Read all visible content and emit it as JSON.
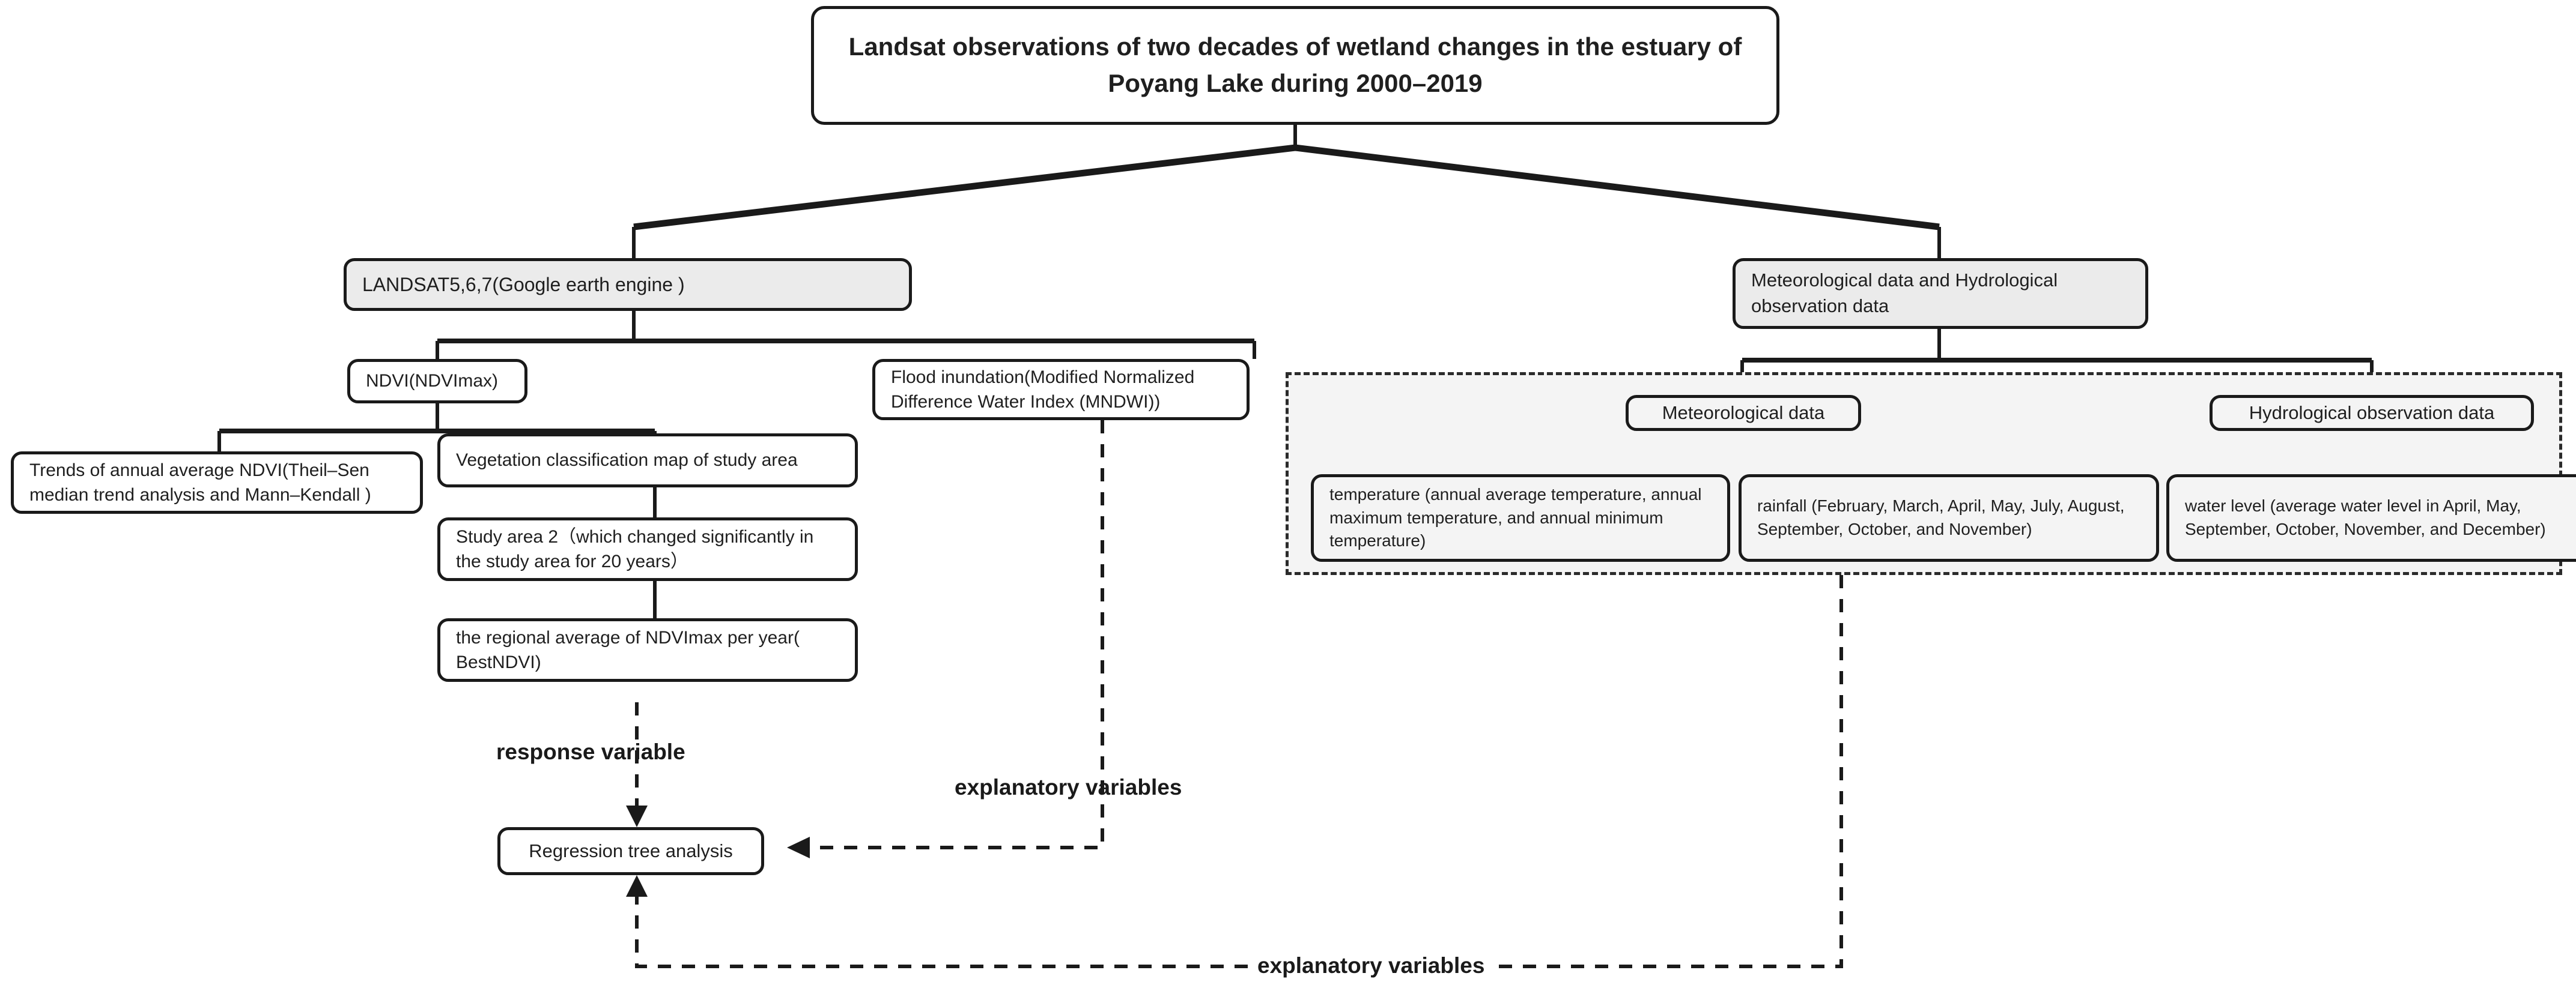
{
  "diagram": {
    "title_box": {
      "label": "Landsat observations of two decades of wetland changes in the estuary of Poyang Lake during 2000–2019"
    },
    "left_branch": {
      "source": "LANDSAT5,6,7(Google earth engine )",
      "ndvi": "NDVI(NDVImax)",
      "flood": "Flood inundation(Modified Normalized Difference Water Index (MNDWI))",
      "trends": "Trends of annual average NDVI(Theil–Sen median trend analysis and Mann–Kendall )",
      "vegmap": "Vegetation classification map of study area",
      "study_area": "Study area 2（which changed significantly in the study area for 20 years）",
      "bestndvi": "the regional average of NDVImax per year( BestNDVI)"
    },
    "right_branch": {
      "source": "Meteorological data and Hydrological observation data",
      "meteorological": "Meteorological data",
      "hydrological": "Hydrological observation data",
      "temperature": "temperature (annual average temperature, annual maximum temperature, and annual minimum temperature)",
      "rainfall": "rainfall (February, March, April, May, July, August, September, October, and November)",
      "water_level": "water level (average water level in April, May, September, October, November, and December)"
    },
    "analysis": {
      "regression": "Regression tree analysis"
    },
    "edge_labels": {
      "response": "response variable",
      "explanatory_mndwi": "explanatory variables",
      "explanatory_meteo": "explanatory variables"
    },
    "colors": {
      "line": "#1a1a1a",
      "shaded_fill": "#ebebeb",
      "group_fill": "#f4f4f4",
      "text": "#1f1f1f",
      "dashed": "#2b2b2b"
    }
  }
}
